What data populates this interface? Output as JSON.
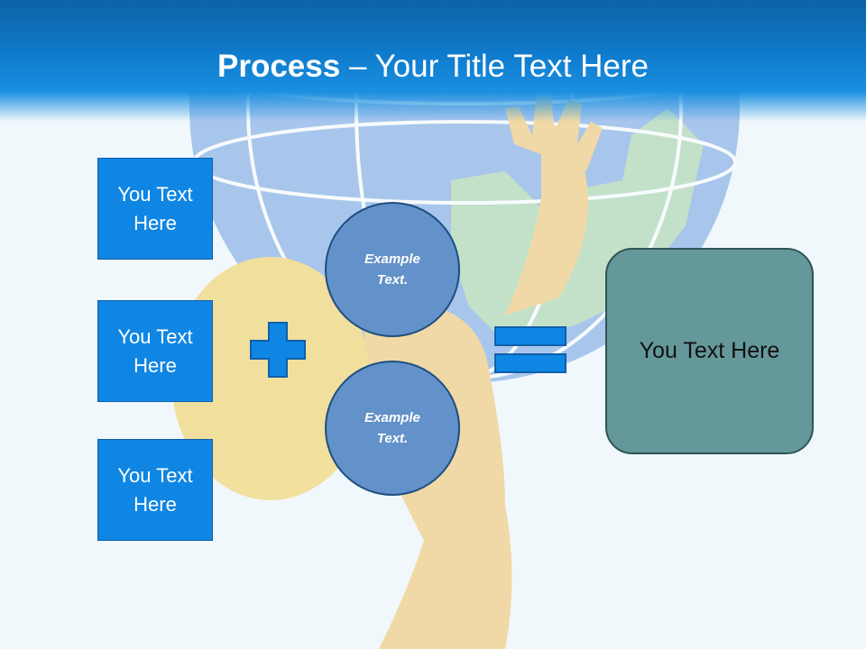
{
  "title": {
    "bold": "Process",
    "rest": " – Your Title Text Here"
  },
  "boxes": [
    {
      "label": "You Text Here"
    },
    {
      "label": "You Text Here"
    },
    {
      "label": "You Text Here"
    }
  ],
  "circles": [
    {
      "label": "Example Text."
    },
    {
      "label": "Example Text."
    }
  ],
  "result": {
    "label": "You Text Here"
  },
  "icons": {
    "plus": "plus-icon",
    "equals": "equals-icon"
  },
  "colors": {
    "header": "#0f7bcc",
    "box": "#0f86e3",
    "circle": "#6391c9",
    "result": "#65989a"
  }
}
